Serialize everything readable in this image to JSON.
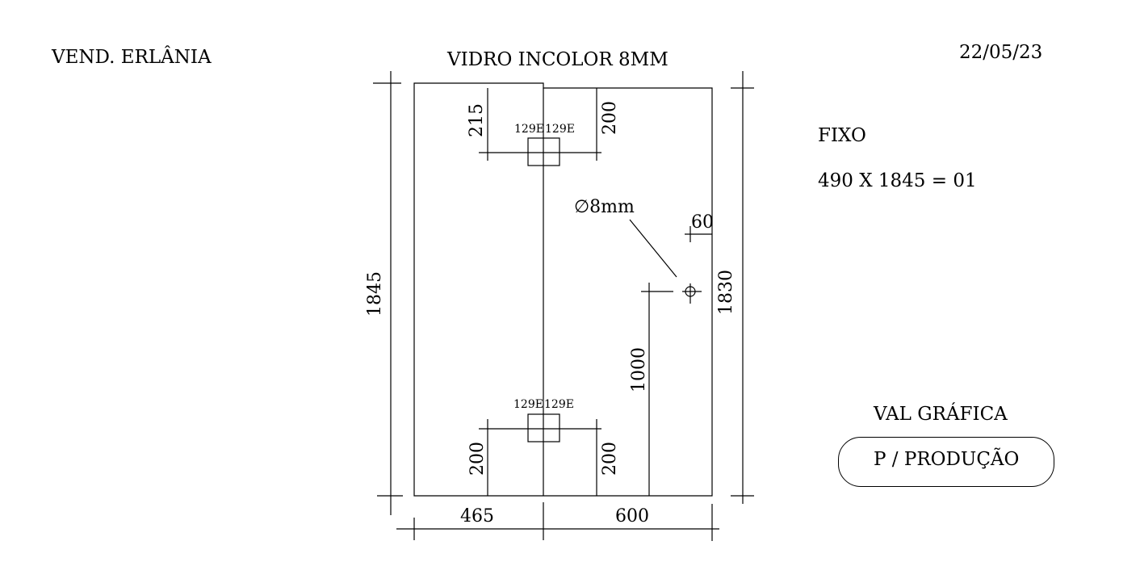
{
  "header": {
    "vendor": "VEND. ERLÂNIA",
    "title": "VIDRO INCOLOR 8MM",
    "date": "22/05/23"
  },
  "piece": {
    "type": "FIXO",
    "spec": "490 X 1845 = 01"
  },
  "footer": {
    "company": "VAL GRÁFICA",
    "status": "P / PRODUÇÃO"
  },
  "drawing": {
    "height_left": "1845",
    "height_right": "1830",
    "width_left": "465",
    "width_right": "600",
    "top_hinge_offset_left": "215",
    "top_hinge_offset_right": "200",
    "bottom_hinge_offset_left": "200",
    "bottom_hinge_offset_right": "200",
    "hinge_code": "129E",
    "hole_diameter": "∅8mm",
    "hole_edge_offset": "60",
    "hole_height": "1000"
  }
}
